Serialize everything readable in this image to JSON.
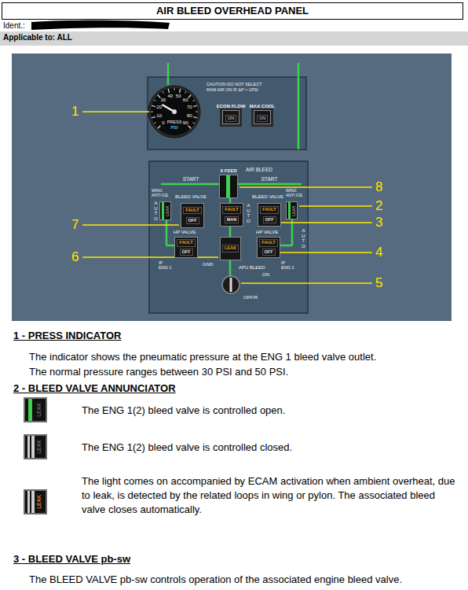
{
  "diagram": {
    "title": "AIR BLEED OVERHEAD PANEL",
    "nodes": [
      {
        "text": [
          "ECON FLOW",
          "ON"
        ]
      },
      {
        "text": [
          "MAX COOL",
          "ON"
        ]
      },
      {
        "text": [
          "X FEED"
        ]
      },
      {
        "text": [
          "LEAK"
        ]
      },
      {
        "text": [
          "FAULT",
          "OFF"
        ]
      },
      {
        "text": [
          "FAULT",
          "MAN"
        ]
      },
      {
        "text": [
          "FAULT",
          "OFF"
        ]
      },
      {
        "text": [
          "LEAK"
        ]
      },
      {
        "text": [
          "FAULT",
          "OFF"
        ]
      },
      {
        "text": [
          "LEAK"
        ]
      },
      {
        "text": [
          "FAULT",
          "OFF"
        ]
      },
      {
        "text": [
          "LEAK"
        ]
      },
      {
        "text": [
          "LEAK"
        ]
      },
      {
        "text": [
          "LEAK"
        ]
      }
    ],
    "labels": [
      "Ident.:",
      "Applicable to: ALL",
      "1",
      "8",
      "2",
      "7",
      "3",
      "6",
      "4",
      "5",
      "0",
      "10",
      "20",
      "30",
      "40",
      "50",
      "60",
      "70",
      "80",
      "90",
      "PRESS",
      "PSI",
      "CAUTION DO NOT SELECT RAM AIR ON IF ΔP > 1PSI",
      "AIR BLEED",
      "START",
      "START",
      "WING ANTI ICE",
      "BLEED VALVE",
      "BLEED VALVE",
      "WING ANTI ICE",
      "AUTO",
      "AUTO",
      "AUTO",
      "HP VALVE",
      "HP VALVE",
      "GND",
      "IP ENG 1",
      "IP ENG 2",
      "APU BLEED",
      "ON",
      "OFF/R",
      "1 - PRESS INDICATOR",
      "The indicator shows the pneumatic pressure at the ENG 1 bleed valve outlet.",
      "The normal pressure ranges between 30 PSI and 50 PSI.",
      "2 - BLEED VALVE ANNUNCIATOR",
      "The ENG 1(2) bleed valve is controlled open.",
      "The ENG 1(2) bleed valve is controlled closed.",
      "The light comes on accompanied by ECAM activation when ambient overheat, due to leak, is detected by the related loops in wing or pylon. The associated bleed valve closes automatically.",
      "3 - BLEED VALVE pb-sw",
      "The BLEED VALVE pb-sw controls operation of the associated engine bleed valve."
    ]
  }
}
